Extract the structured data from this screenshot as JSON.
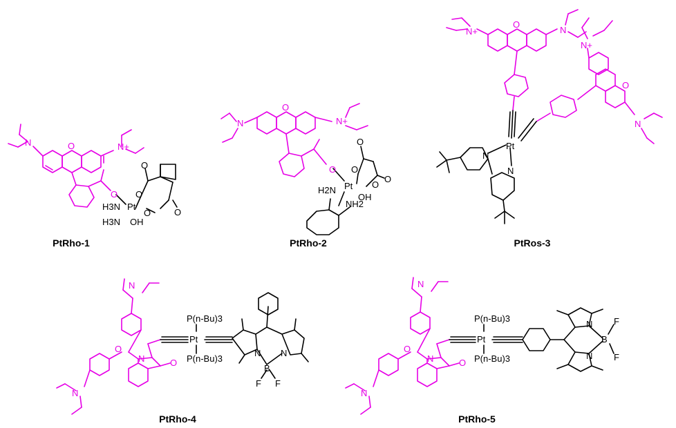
{
  "figure": {
    "compounds": [
      {
        "label": "PtRho-1"
      },
      {
        "label": "PtRho-2"
      },
      {
        "label": "PtRos-3"
      },
      {
        "label": "PtRho-4"
      },
      {
        "label": "PtRho-5"
      }
    ]
  },
  "colors": {
    "rhodamine": "#e600e6",
    "bond": "#000000",
    "background": "#ffffff"
  },
  "atoms": {
    "nitrogen": "N",
    "nitrogen_cation": "N+",
    "oxygen": "O",
    "platinum": "Pt",
    "hydroxyl": "OH",
    "ammine": "H3N",
    "amine": "H2N",
    "amino": "NH2",
    "boron": "B",
    "fluorine": "F",
    "phosphine": "P(n-Bu)3"
  }
}
